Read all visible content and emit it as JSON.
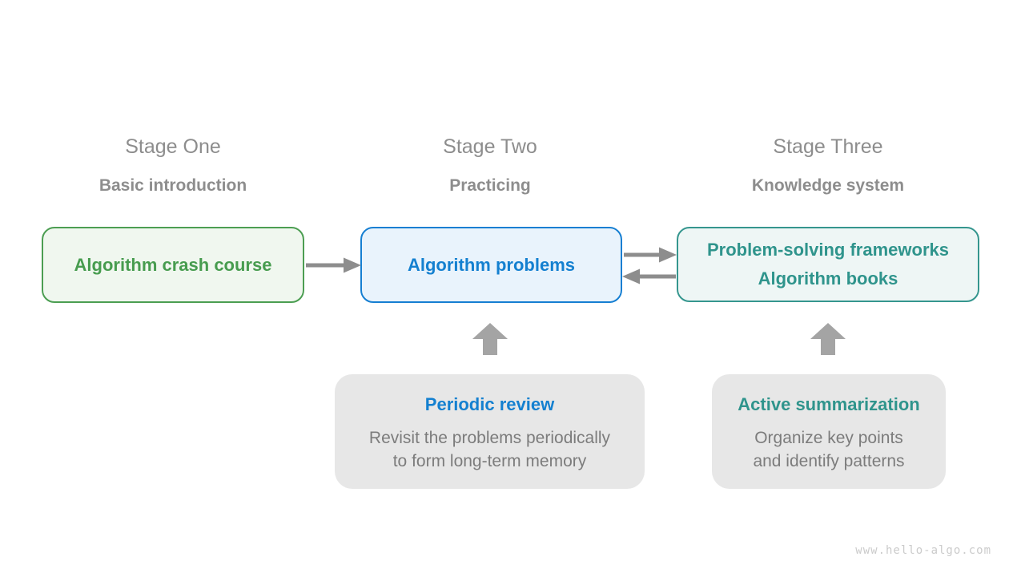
{
  "page": {
    "watermark": "www.hello-algo.com"
  },
  "stages": [
    {
      "title": "Stage One",
      "subtitle": "Basic introduction"
    },
    {
      "title": "Stage Two",
      "subtitle": "Practicing"
    },
    {
      "title": "Stage Three",
      "subtitle": "Knowledge system"
    }
  ],
  "boxes": {
    "crash_course": {
      "label": "Algorithm crash course"
    },
    "problems": {
      "label": "Algorithm problems"
    },
    "knowledge": {
      "lines": [
        "Problem-solving frameworks",
        "Algorithm books"
      ]
    }
  },
  "notes": [
    {
      "title": "Periodic review",
      "lines": [
        "Revisit the problems periodically",
        "to form long-term memory"
      ]
    },
    {
      "title": "Active summarization",
      "lines": [
        "Organize key points",
        "and identify patterns"
      ]
    }
  ],
  "colors": {
    "connector": "#8d8d8d",
    "block_arrow": "#a4a4a4",
    "green_accent": "#479c4f",
    "blue_accent": "#1480d0",
    "teal_accent": "#2f948c",
    "note_bg": "#e7e7e7",
    "stage_text": "#8d8d8d"
  }
}
